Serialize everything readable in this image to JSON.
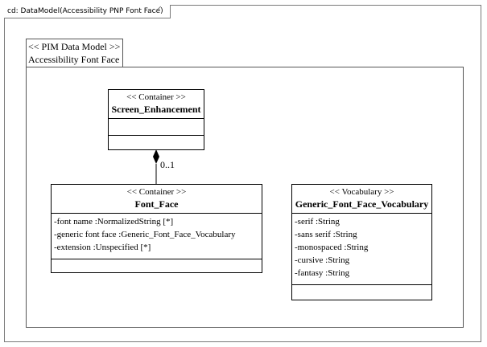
{
  "frame": {
    "title": "cd: DataModel(Accessibility PNP Font Face)"
  },
  "package": {
    "stereotype": "<< PIM Data Model >>",
    "name": "Accessibility Font Face"
  },
  "classes": {
    "screen_enhancement": {
      "stereotype": "<< Container >>",
      "name": "Screen_Enhancement"
    },
    "font_face": {
      "stereotype": "<< Container >>",
      "name": "Font_Face",
      "attributes": [
        "-font name :NormalizedString  [*]",
        "-generic font face  :Generic_Font_Face_Vocabulary",
        "-extension :Unspecified [*]"
      ]
    },
    "vocabulary": {
      "stereotype": "<< Vocabulary >>",
      "name": "Generic_Font_Face_Vocabulary",
      "attributes": [
        "-serif :String",
        "-sans serif :String",
        "-monospaced :String",
        "-cursive :String",
        "-fantasy :String"
      ]
    }
  },
  "association": {
    "multiplicity": "0..1"
  }
}
